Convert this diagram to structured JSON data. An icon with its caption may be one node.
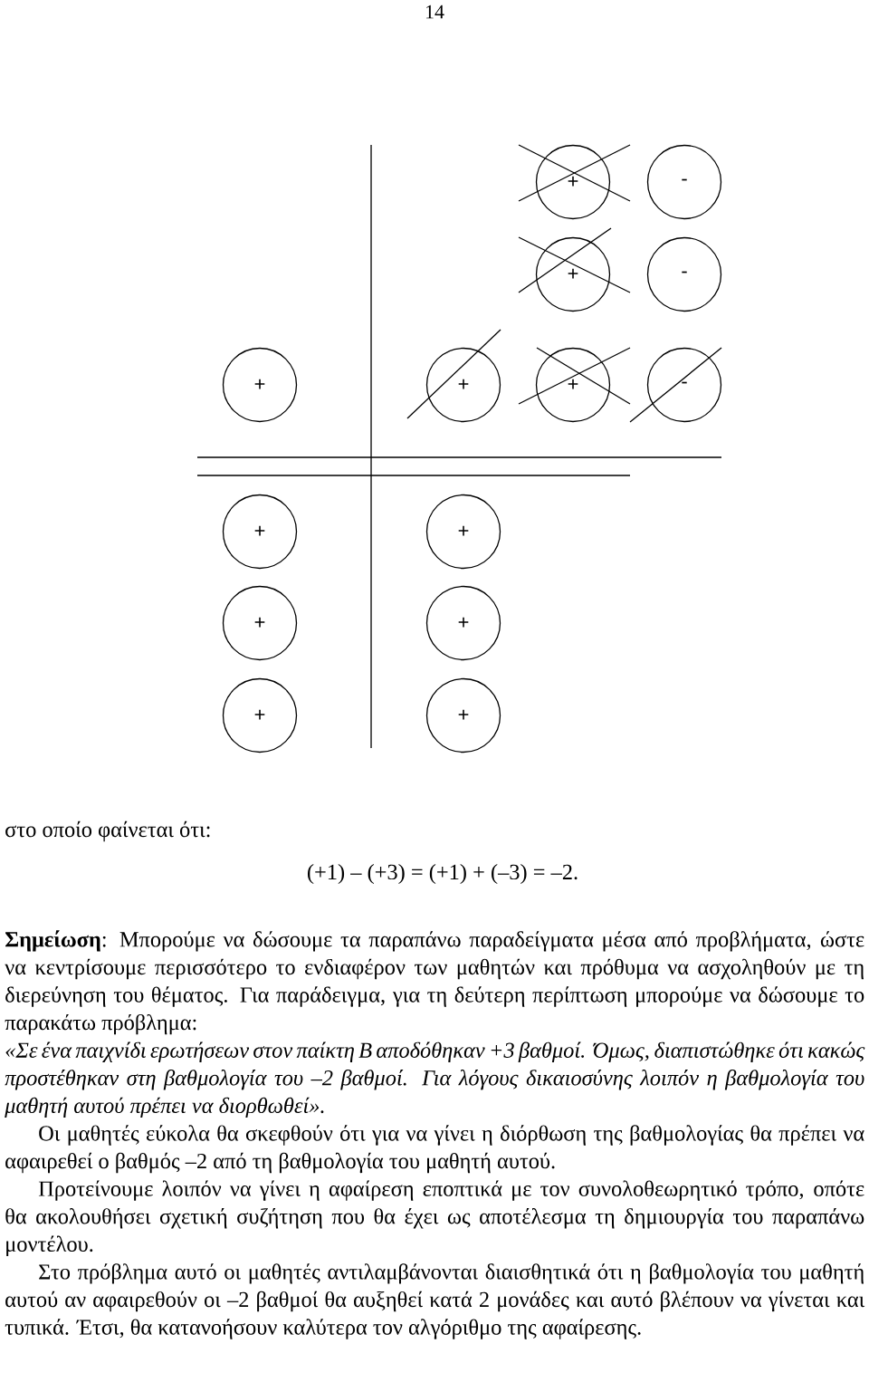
{
  "diagram": {
    "nodes": [
      {
        "text": [
          "+"
        ]
      },
      {
        "text": [
          "-"
        ]
      },
      {
        "text": [
          "+"
        ]
      },
      {
        "text": [
          "-"
        ]
      },
      {
        "text": [
          "+"
        ]
      },
      {
        "text": [
          "+"
        ]
      },
      {
        "text": [
          "+"
        ]
      },
      {
        "text": [
          "-"
        ]
      },
      {
        "text": [
          "+"
        ]
      },
      {
        "text": [
          "+"
        ]
      },
      {
        "text": [
          "+"
        ]
      },
      {
        "text": [
          "+"
        ]
      },
      {
        "text": [
          "+"
        ]
      },
      {
        "text": [
          "+"
        ]
      }
    ],
    "labels": [
      "14",
      "στο οποίο φαίνεται ότι:",
      "(+1) – (+3) = (+1) + (–3) = –2.",
      "**Σημείωση**: Μπορούμε να δώσουμε τα παραπάνω παραδείγματα μέσα από προβλήματα, ώστε να κεντρίσουμε περισσότερο το ενδιαφέρον των μαθητών και πρόθυμα να ασχοληθούν με τη διερεύνηση του θέματος. Για παράδειγμα, για τη δεύτερη περίπτωση μπορούμε να δώσουμε το παρακάτω πρόβλημα:",
      "«Σε ένα παιχνίδι ερωτήσεων στον παίκτη Β αποδόθηκαν +3 βαθμοί. Όμως, διαπιστώθηκε ότι κακώς προστέθηκαν στη βαθμολογία του –2 βαθμοί. Για λόγους δικαιοσύνης λοιπόν η βαθμολογία του μαθητή αυτού πρέπει να διορθωθεί».",
      "Οι μαθητές εύκολα θα σκεφθούν ότι για να γίνει η διόρθωση της βαθμολογίας θα πρέπει να αφαιρεθεί ο βαθμός –2 από τη βαθμολογία του μαθητή αυτού.",
      "Προτείνουμε λοιπόν να γίνει η αφαίρεση εποπτικά με τον συνολοθεωρητικό τρόπο, οπότε θα ακολουθήσει σχετική συζήτηση που θα έχει ως αποτέλεσμα τη δημιουργία του παραπάνω μοντέλου.",
      "Στο πρόβλημα αυτό οι μαθητές αντιλαμβάνονται διαισθητικά ότι η βαθμολογία του μαθητή αυτού αν αφαιρεθούν οι –2 βαθμοί θα αυξηθεί κατά 2 μονάδες και αυτό βλέπουν να γίνεται και τυπικά. Έτσι, θα κατανοήσουν καλύτερα τον αλγόριθμο της αφαίρεσης."
    ]
  }
}
